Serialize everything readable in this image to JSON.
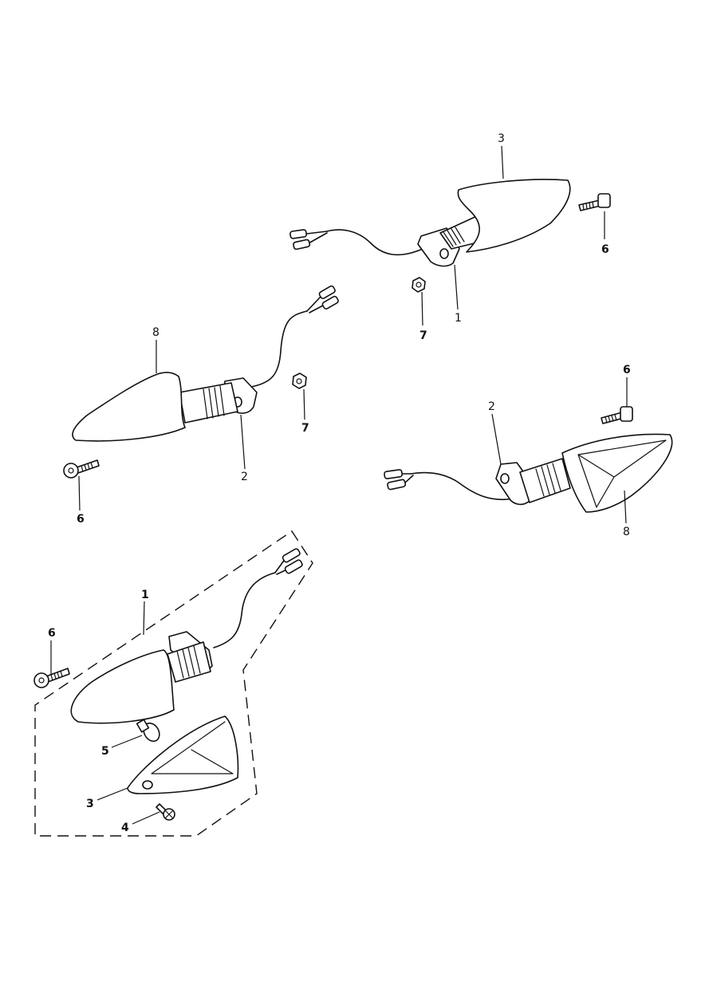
{
  "callouts": {
    "c1a": "3",
    "c1b": "6",
    "c1c": "1",
    "c1d": "7",
    "c2a": "8",
    "c2b": "2",
    "c2c": "6",
    "c2d": "7",
    "c3a": "6",
    "c3b": "2",
    "c3c": "8",
    "c4a": "1",
    "c4b": "6",
    "c4c": "5",
    "c4d": "3",
    "c4e": "4"
  }
}
